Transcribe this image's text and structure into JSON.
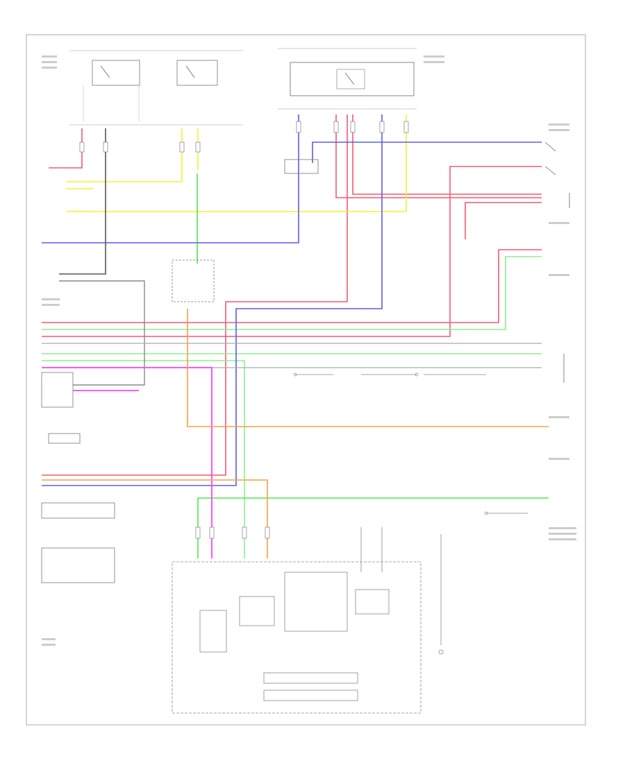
{
  "footer": {
    "code": "",
    "harness_label": ""
  },
  "colors": {
    "red": "#f05a6e",
    "yellow": "#f2f230",
    "green": "#4de84d",
    "blue": "#5a5af0",
    "magenta": "#ff40ff",
    "orange": "#f5a040",
    "gray": "#777777",
    "cyan_green": "#7fe0a0",
    "frame": "#999999"
  },
  "icons": [
    "ground-symbol",
    "switch-contact",
    "connector-pin"
  ]
}
